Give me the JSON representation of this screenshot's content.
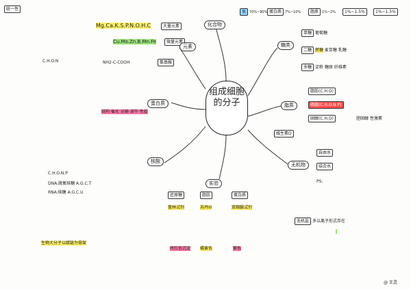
{
  "center_title": "组成细胞的分子",
  "branches": {
    "elements": "元素",
    "compounds": "化合物",
    "sugar": "糖类",
    "lipid": "脂质",
    "inorganic": "无机物",
    "protein": "蛋白质",
    "nucleic": "核酸",
    "experiment": "实验"
  },
  "texts": {
    "top_left_note": "统一性",
    "macro_elements": "Mg.Ca.K.S.P.N.O.H.C",
    "macro_label": "大量元素",
    "micro_elements": "Cu.Mo.Zn.B.Mn.Fe",
    "micro_label": "微量元素",
    "basic_element": "C.H.O.N",
    "water": "水",
    "water_pct": "70%~90%",
    "protein_pct": "7%~10%",
    "lipid_pct": "1%~2%",
    "sugar_nucleic_pct": "1%~1.5%",
    "inorganic_salt_pct": "1%~1.5%",
    "mono": "单糖",
    "di": "二糖",
    "poly": "多糖",
    "glucose": "葡萄糖",
    "sucrose": "蔗糖",
    "maltose": "麦芽糖",
    "lactose": "乳糖",
    "starch": "淀粉",
    "glycogen": "糖原",
    "cellulose": "纤维素",
    "fat": "脂肪(C.H.O)",
    "phospholipid": "磷脂(C.H.O.N.P)",
    "sterol": "固醇(C.H.O)",
    "cholesterol": "胆固醇",
    "vitd": "维生素D",
    "sex_hormone": "性激素",
    "free_water": "自由水",
    "bound_water": "结合水",
    "inorganic_salt": "无机盐",
    "ion_form": "多以离子形式存在",
    "amino_acid": "氨基酸",
    "amino_formula": "NH2-C-COOH",
    "protein_functions": "结构·催化·运输·调节·免疫",
    "dna": "DNA:脱氧核糖 A.G.C.T",
    "rna": "RNA:核糖 A.G.C.U",
    "nucleic_elements": "C.H.O.N.P",
    "reducing_sugar": "还原糖",
    "lipid_test": "脂肪",
    "protein_test": "蛋白质",
    "benedict": "斐林试剂",
    "sudan": "苏丹III",
    "biuret": "双缩脲试剂",
    "brick_red": "砖红色沉淀",
    "orange_yellow": "橘黄色",
    "purple": "紫色",
    "ps": "PS:",
    "bottom_note": "生物大分子以碳链为骨架",
    "signature": "@ 王灵"
  }
}
